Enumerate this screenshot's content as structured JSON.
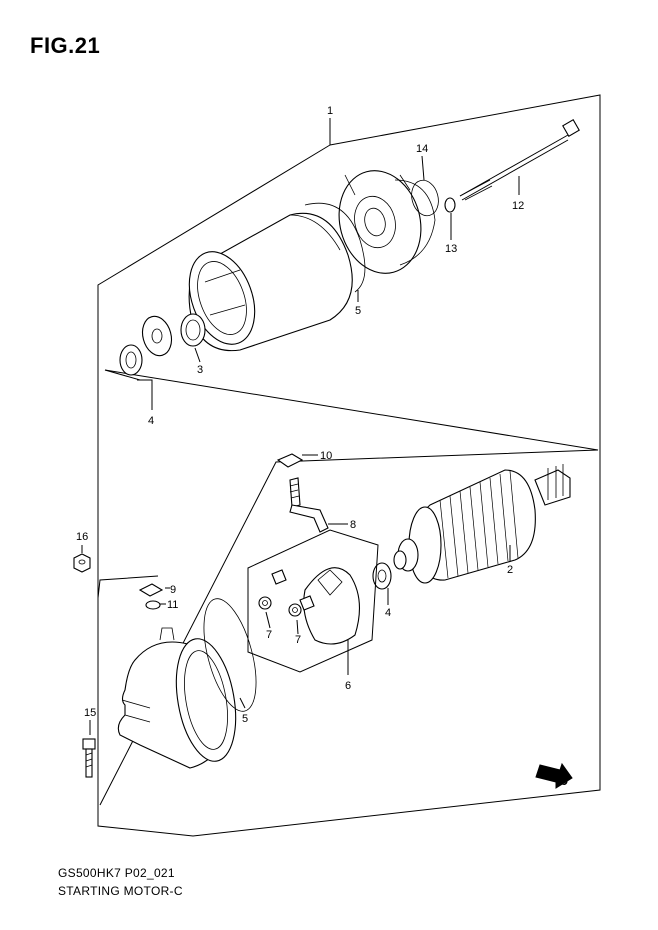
{
  "figure": {
    "title": "FIG.21",
    "model_code": "GS500HK7 P02_021",
    "section_name": "STARTING MOTOR-C",
    "fwd_label": "FWD"
  },
  "callouts": {
    "c1": "1",
    "c2": "2",
    "c3": "3",
    "c4a": "4",
    "c4b": "4",
    "c5a": "5",
    "c5b": "5",
    "c6": "6",
    "c7a": "7",
    "c7b": "7",
    "c8": "8",
    "c9": "9",
    "c10": "10",
    "c11": "11",
    "c12": "12",
    "c13": "13",
    "c14": "14",
    "c15": "15",
    "c16": "16"
  }
}
